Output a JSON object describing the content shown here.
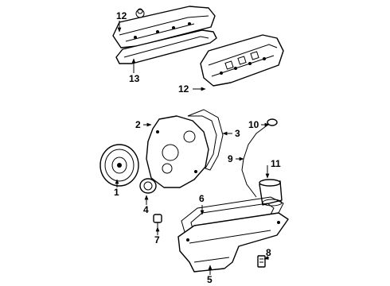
{
  "callouts": {
    "c1": "1",
    "c2": "2",
    "c3": "3",
    "c4": "4",
    "c5": "5",
    "c6": "6",
    "c7": "7",
    "c8": "8",
    "c9": "9",
    "c10": "10",
    "c11": "11",
    "c12a": "12",
    "c12b": "12",
    "c13": "13"
  }
}
